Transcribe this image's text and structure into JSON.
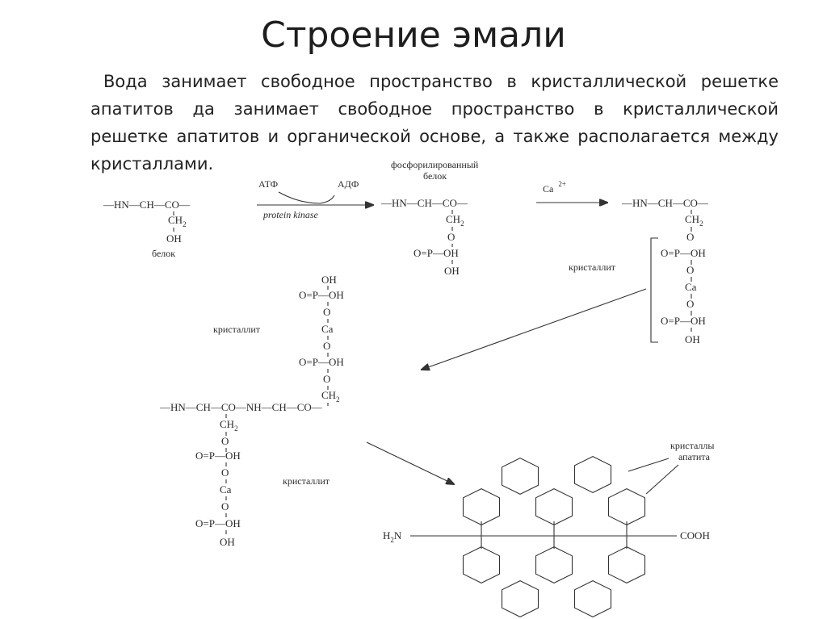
{
  "slide": {
    "title": "Строение эмали",
    "paragraph": "Вода занимает свободное пространство в кристаллической решетке апатитов да занимает свободное пространство в кристаллической решетке апатитов и органической основе, а также располагается между кристаллами."
  },
  "scheme": {
    "atp": "АТФ",
    "adp": "АДФ",
    "enzyme": "protein kinase",
    "phospho_protein_l1": "фосфорилированный",
    "phospho_protein_l2": "белок",
    "calcium": "Ca",
    "calcium_charge": "2+",
    "protein_label": "белок",
    "crystallite": "кристаллит",
    "apatite_crystals_l1": "кристаллы",
    "apatite_crystals_l2": "апатита",
    "backbone_hn": "—HN—CH—CO—",
    "backbone_double": "—HN—CH—CO—NH—CH—CO—",
    "phosphate_row": "O=P—OH",
    "ch2": "CH",
    "ch2_sub": "2",
    "o": "O",
    "oh": "OH",
    "ca": "Ca",
    "h2n": "H",
    "h2n_sub": "2",
    "h2n_n": "N",
    "cooh": "COOH"
  }
}
